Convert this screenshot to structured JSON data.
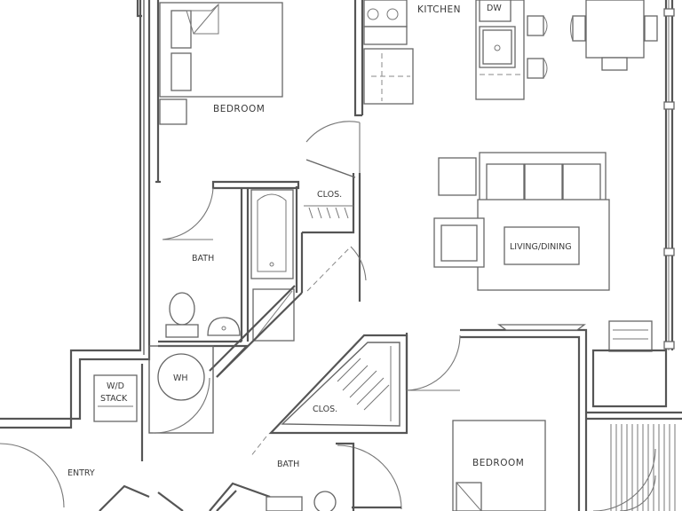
{
  "rooms": {
    "bedroom_top": "BEDROOM",
    "kitchen": "KITCHEN",
    "dw": "DW",
    "closet_top": "CLOS.",
    "bath_left": "BATH",
    "living": "LIVING/DINING",
    "wh": "WH",
    "wd_line1": "W/D",
    "wd_line2": "STACK",
    "closet_bottom": "CLOS.",
    "entry": "ENTRY",
    "bath_bottom": "BATH",
    "bedroom_bottom": "BEDROOM"
  }
}
